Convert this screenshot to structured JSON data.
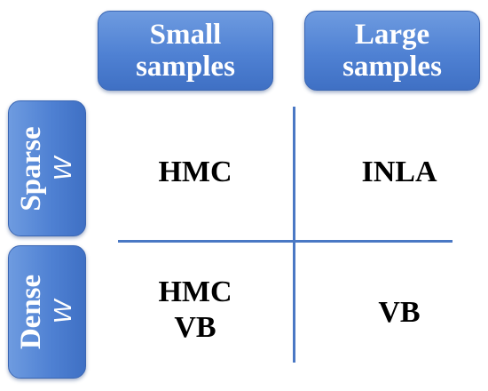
{
  "columns": {
    "small": {
      "line1": "Small",
      "line2": "samples"
    },
    "large": {
      "line1": "Large",
      "line2": "samples"
    }
  },
  "rows": {
    "sparse": {
      "label": "Sparse",
      "variable": "W"
    },
    "dense": {
      "label": "Dense",
      "variable": "W"
    }
  },
  "cells": {
    "sparse_small": [
      "HMC"
    ],
    "sparse_large": [
      "INLA"
    ],
    "dense_small": [
      "HMC",
      "VB"
    ],
    "dense_large": [
      "VB"
    ]
  },
  "colors": {
    "box_fill": "#4f81d3",
    "box_border": "#3a66b3",
    "divider": "#4a78c4",
    "header_text": "#ffffff",
    "cell_text": "#000000"
  }
}
